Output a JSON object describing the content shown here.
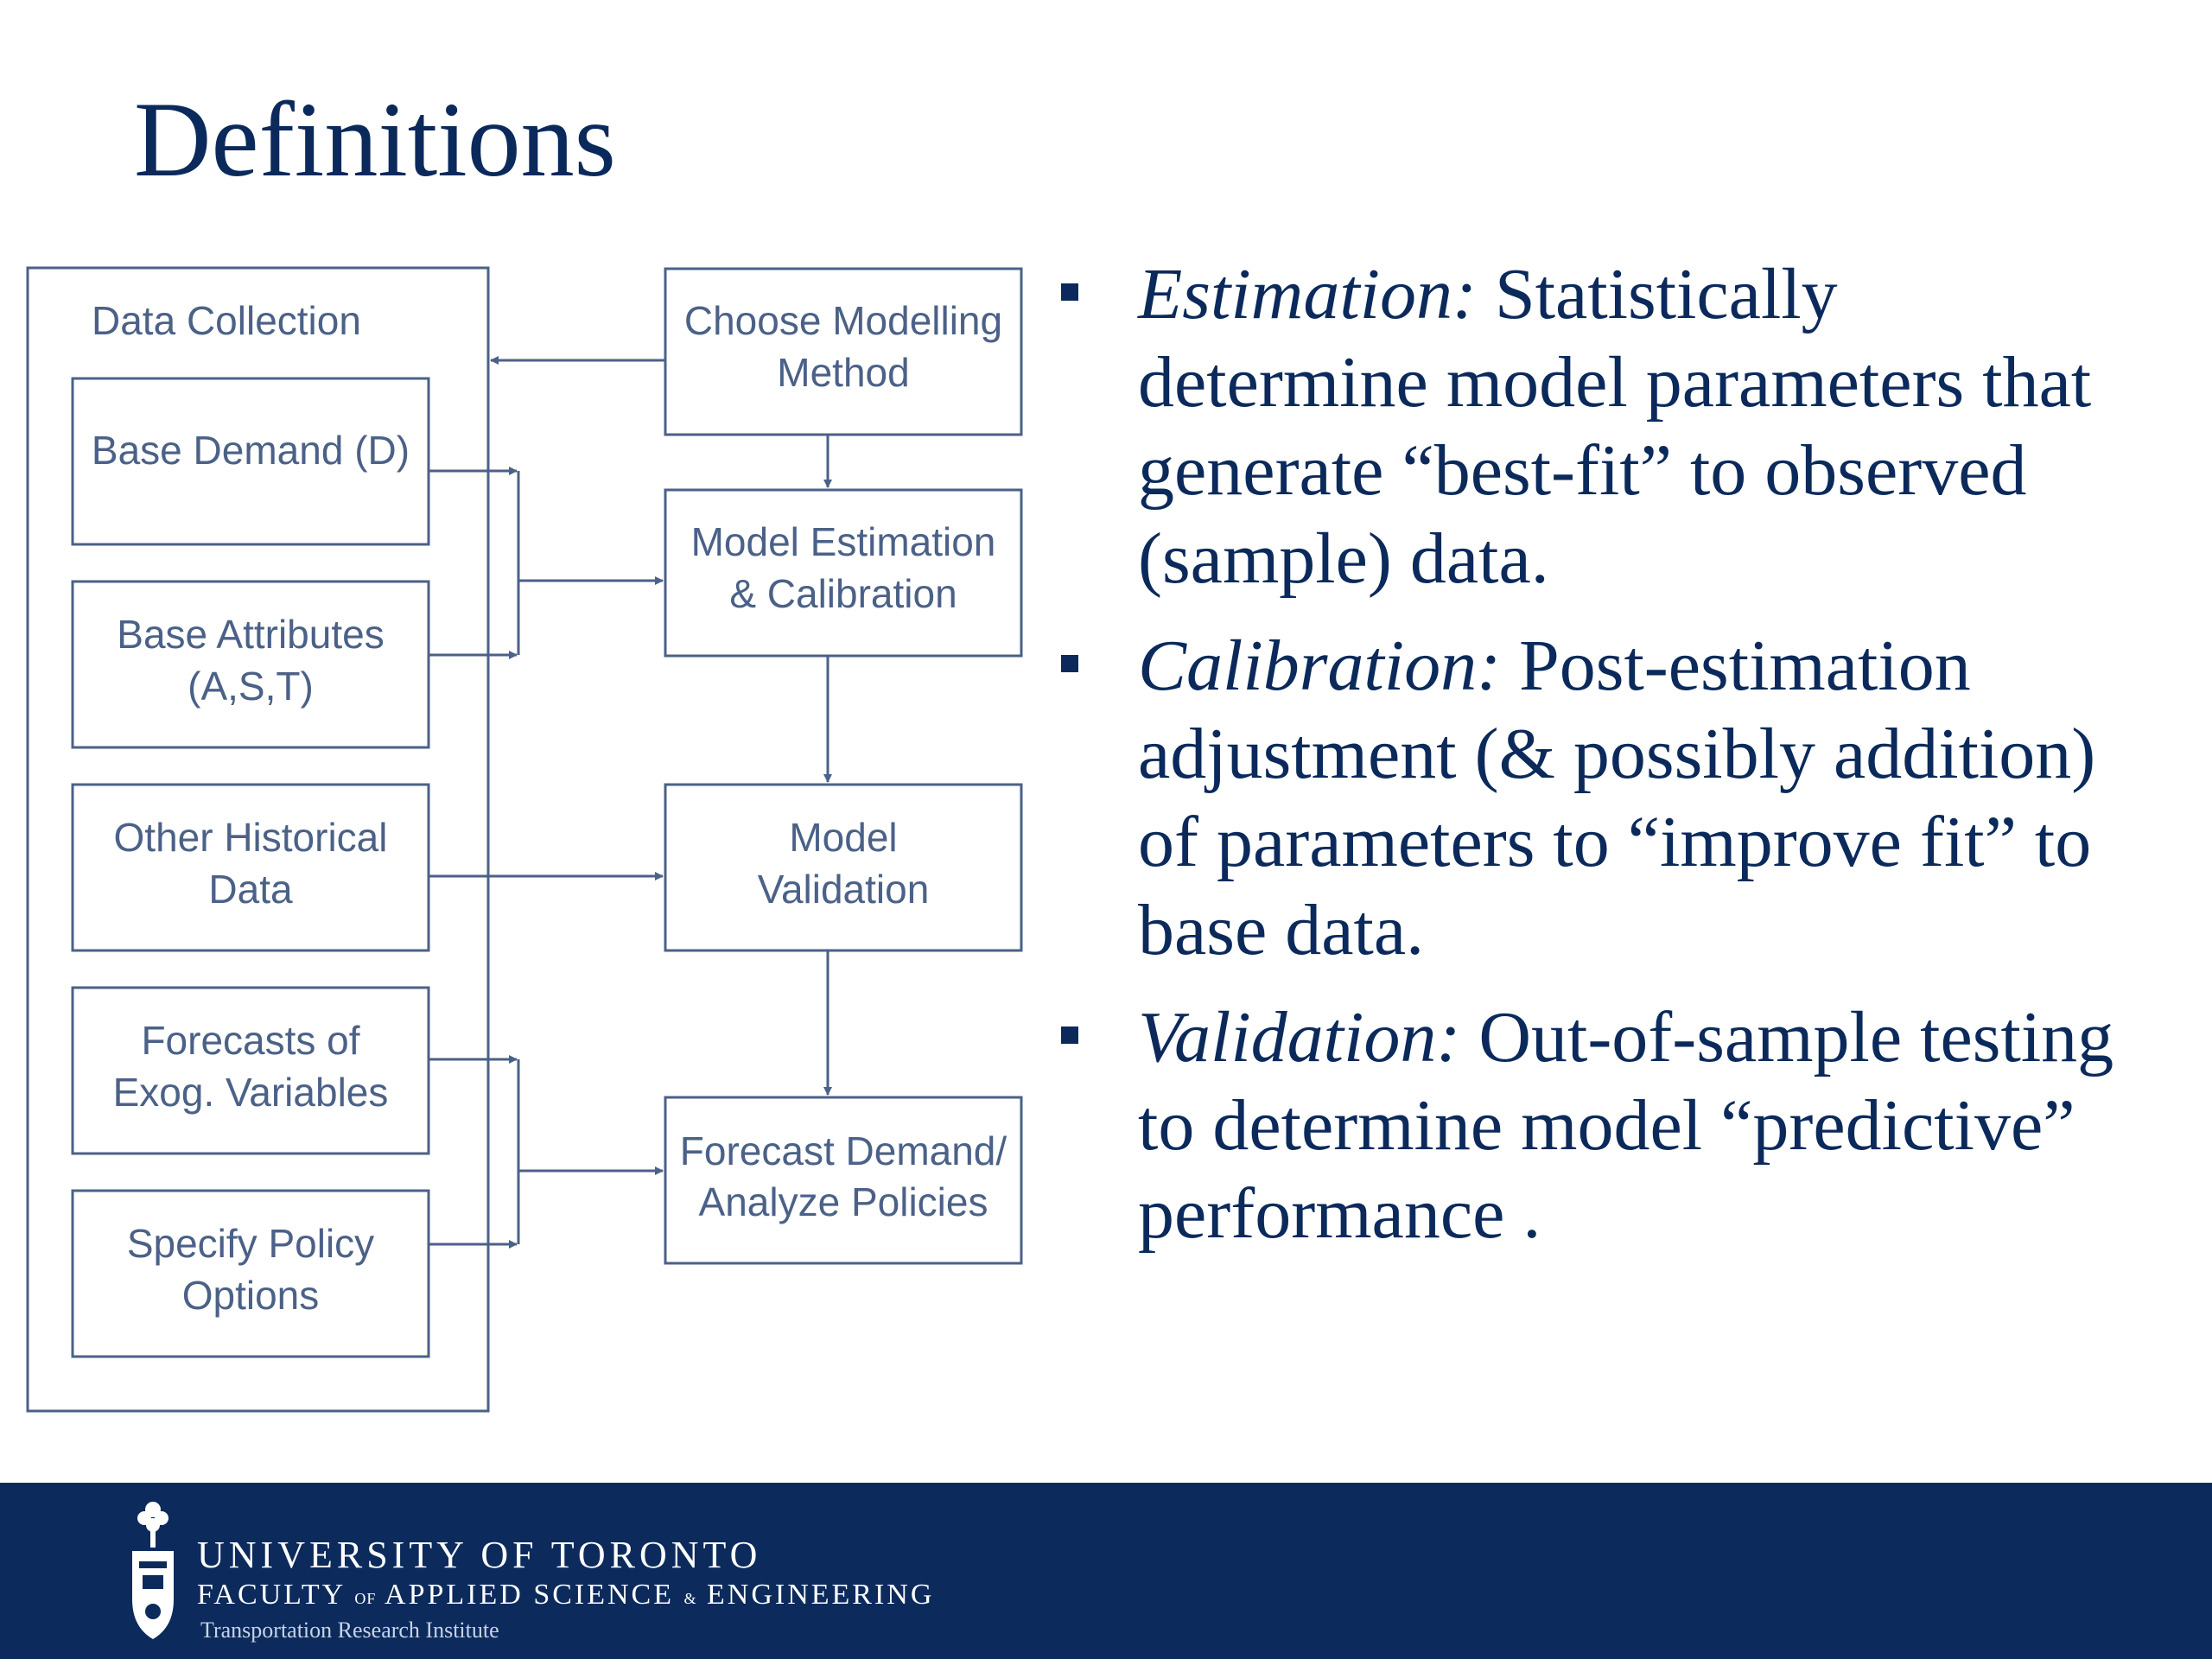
{
  "title": "Definitions",
  "diagram": {
    "data_collection": "Data Collection",
    "base_demand": "Base Demand (D)",
    "base_attributes": [
      "Base Attributes",
      "(A,S,T)"
    ],
    "other_historical": [
      "Other Historical",
      "Data"
    ],
    "forecasts_exog": [
      "Forecasts of",
      "Exog. Variables"
    ],
    "specify_policy": [
      "Specify Policy",
      "Options"
    ],
    "choose_method": [
      "Choose Modelling",
      "Method"
    ],
    "model_estimation": [
      "Model Estimation",
      "& Calibration"
    ],
    "model_validation": [
      "Model",
      "Validation"
    ],
    "forecast_demand": [
      "Forecast Demand/",
      "Analyze Policies"
    ]
  },
  "bullets": [
    {
      "term": "Estimation:",
      "text": " Statistically determine model parameters that generate “best-fit” to observed (sample) data."
    },
    {
      "term": "Calibration:",
      "text": " Post-estimation adjustment (& possibly addition) of parameters to “improve fit” to base data."
    },
    {
      "term": "Validation:",
      "text": " Out-of-sample testing to determine model “predictive” performance ."
    }
  ],
  "footer": {
    "university": "UNIVERSITY OF TORONTO",
    "faculty_a": "FACULTY",
    "faculty_of": "OF",
    "faculty_b": "APPLIED SCIENCE",
    "faculty_amp": "&",
    "faculty_c": "ENGINEERING",
    "institute": "Transportation Research Institute"
  },
  "colors": {
    "title": "#0b2a5b",
    "diagram_line": "#4b6187",
    "footer_bg": "#0c2b5c"
  }
}
